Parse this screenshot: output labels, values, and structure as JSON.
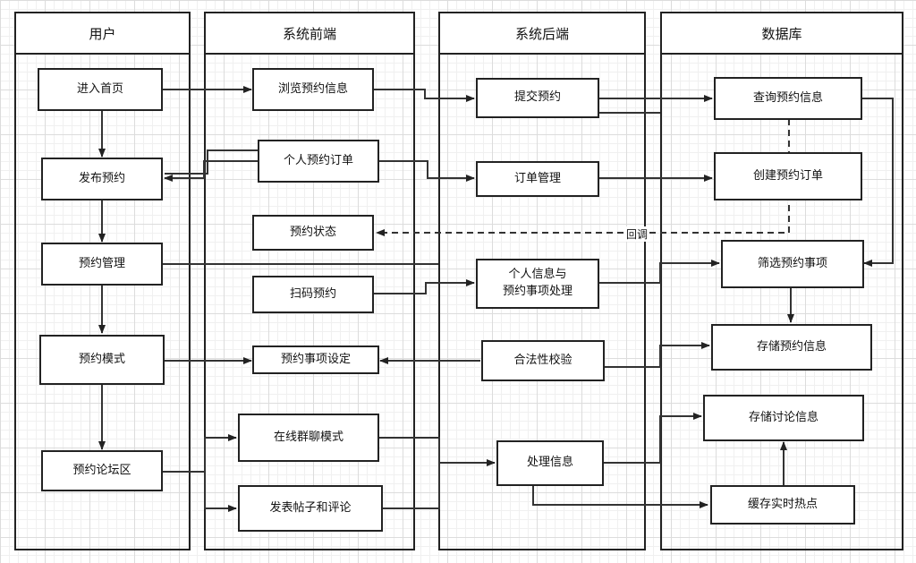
{
  "lanes": {
    "user": "用户",
    "frontend": "系统前端",
    "backend": "系统后端",
    "database": "数据库"
  },
  "nodes": {
    "enter_home": "进入首页",
    "publish_booking": "发布预约",
    "booking_manage": "预约管理",
    "booking_mode": "预约模式",
    "booking_forum": "预约论坛区",
    "browse_booking": "浏览预约信息",
    "personal_order": "个人预约订单",
    "booking_status": "预约状态",
    "scan_booking": "扫码预约",
    "booking_item_setting": "预约事项设定",
    "group_chat": "在线群聊模式",
    "post_comment": "发表帖子和评论",
    "submit_booking": "提交预约",
    "order_manage": "订单管理",
    "personal_info_process": "个人信息与\n预约事项处理",
    "validity_check": "合法性校验",
    "process_info": "处理信息",
    "query_booking": "查询预约信息",
    "create_order": "创建预约订单",
    "filter_items": "筛选预约事项",
    "store_booking": "存储预约信息",
    "store_discussion": "存储讨论信息",
    "cache_hotspot": "缓存实时热点"
  },
  "edge_labels": {
    "callback": "回调"
  }
}
